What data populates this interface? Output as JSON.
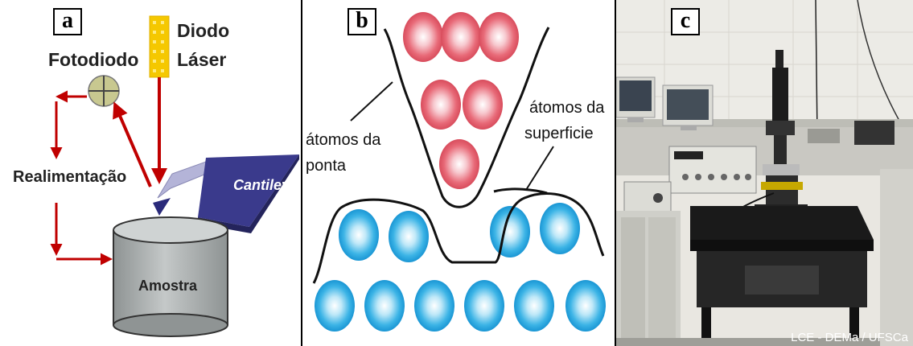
{
  "panel_a": {
    "letter": "a",
    "laser_line1": "Diodo",
    "laser_line2": "Láser",
    "photodiode": "Fotodiodo",
    "feedback": "Realimentação",
    "cantilever": "Cantilever",
    "sample": "Amostra",
    "colors": {
      "arrow": "#c00000",
      "cantilever": "#3a3a8c",
      "sample": "#b9bdbd",
      "laser": "#f5c800"
    }
  },
  "panel_b": {
    "letter": "b",
    "tip_atoms_line1": "átomos da",
    "tip_atoms_line2": "ponta",
    "surface_atoms_line1": "átomos da",
    "surface_atoms_line2": "superficie",
    "colors": {
      "tip_atom": "#e05565",
      "surface_atom": "#2aa8e0"
    }
  },
  "panel_c": {
    "letter": "c",
    "credit": "LCE - DEMa / UFSCa"
  }
}
